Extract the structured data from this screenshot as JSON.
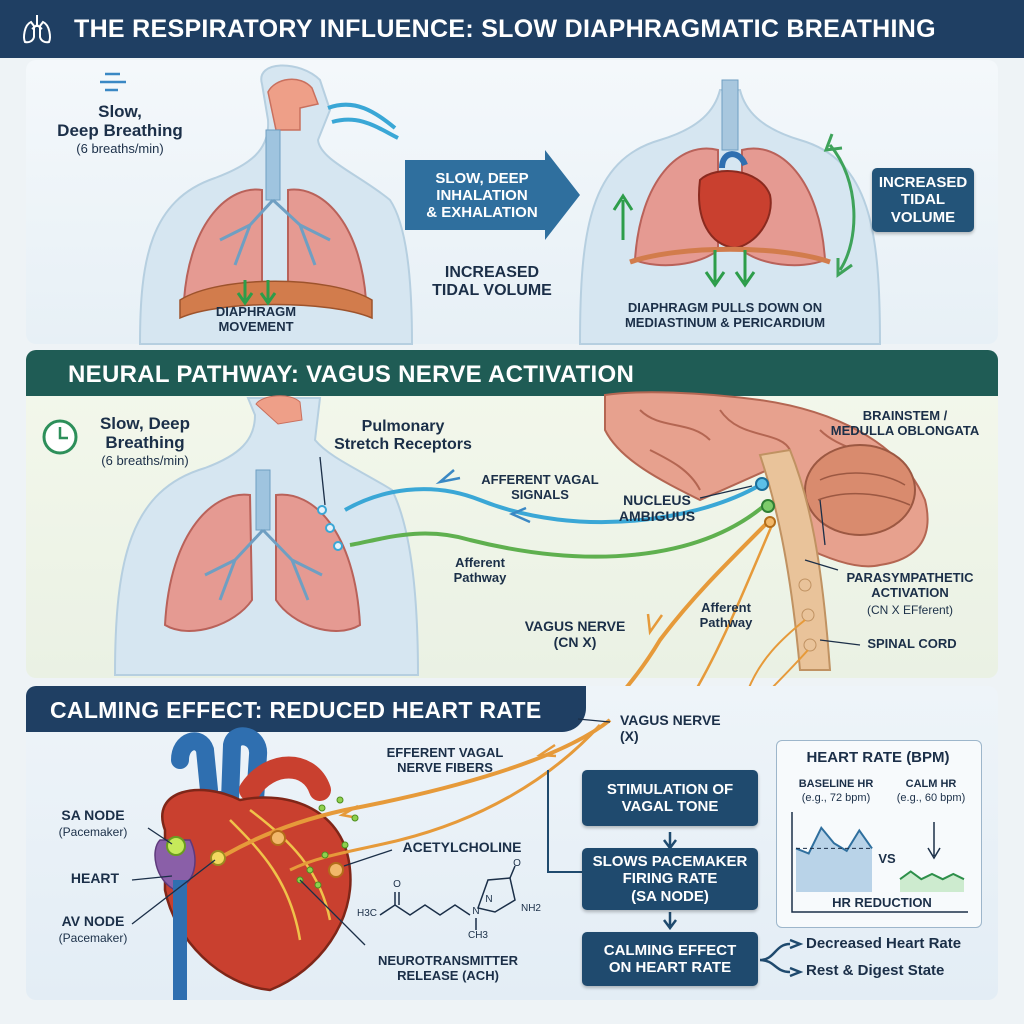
{
  "section1": {
    "title": "THE RESPIRATORY INFLUENCE: SLOW DIAPHRAGMATIC BREATHING",
    "breathing_label": "Slow,\nDeep Breathing",
    "breathing_rate": "(6 breaths/min)",
    "diaphragm_label": "DIAPHRAGM\nMOVEMENT",
    "arrow_label": "SLOW, DEEP\nINHALATION\n& EXHALATION",
    "tidal_label": "INCREASED\nTIDAL VOLUME",
    "tidal_box": "INCREASED\nTIDAL\nVOLUME",
    "pull_label": "DIAPHRAGM PULLS DOWN ON\nMEDIASTINUM & PERICARDIUM"
  },
  "section2": {
    "title": "NEURAL PATHWAY: VAGUS NERVE ACTIVATION",
    "breathing_label": "Slow, Deep\nBreathing",
    "breathing_rate": "(6 breaths/min)",
    "stretch_label": "Pulmonary\nStretch Receptors",
    "afferent_signals": "AFFERENT VAGAL\nSIGNALS",
    "afferent_pathway_1": "Afferent\nPathway",
    "vagus_label": "VAGUS NERVE\n(CN X)",
    "nucleus_label": "NUCLEUS\nAMBIGUUS",
    "brainstem_label": "BRAINSTEM /\nMEDULLA OBLONGATA",
    "parasym_label": "PARASYMPATHETIC\nACTIVATION",
    "parasym_sub": "(CN X EFferent)",
    "afferent_pathway_2": "Afferent\nPathway",
    "spinal_label": "SPINAL CORD"
  },
  "section3": {
    "title": "CALMING EFFECT: REDUCED HEART RATE",
    "vagus_x": "VAGUS NERVE\n(X)",
    "efferent_label": "EFFERENT VAGAL\nNERVE FIBERS",
    "sa_node": "SA NODE",
    "sa_sub": "(Pacemaker)",
    "heart": "HEART",
    "av_node": "AV NODE",
    "av_sub": "(Pacemaker)",
    "ach_label": "ACETYLCHOLINE",
    "neuro_label": "NEUROTRANSMITTER\nRELEASE (ACH)",
    "molecule": {
      "h3c": "H3C",
      "o": "O",
      "n1": "N",
      "n2": "N",
      "nh2": "NH2",
      "ch3": "CH3",
      "o2": "O"
    },
    "flow": [
      "STIMULATION OF\nVAGAL TONE",
      "SLOWS PACEMAKER\nFIRING RATE\n(SA NODE)",
      "CALMING EFFECT\nON HEART RATE"
    ],
    "outcomes": [
      "Decreased Heart Rate",
      "Rest & Digest State"
    ],
    "hr_chart": {
      "title": "HEART RATE (BPM)",
      "baseline_label": "BASELINE HR",
      "baseline_sub": "(e.g., 72 bpm)",
      "calm_label": "CALM HR",
      "calm_sub": "(e.g., 60 bpm)",
      "vs": "VS",
      "footer": "HR REDUCTION"
    }
  },
  "colors": {
    "navy": "#1f3f63",
    "green_bar": "#1f5c55",
    "box": "#1f4a6e",
    "heart_red": "#c9402f",
    "lung_pink": "#e59a92",
    "nerve_orange": "#e69a3a",
    "nerve_green": "#5fb04f",
    "nerve_blue": "#3aa7d6"
  },
  "chart_data": {
    "type": "line",
    "title": "HEART RATE (BPM)",
    "series": [
      {
        "name": "BASELINE HR",
        "values": [
          72,
          70,
          80,
          74,
          71,
          79,
          72
        ]
      },
      {
        "name": "CALM HR",
        "values": [
          60,
          63,
          60,
          62,
          60,
          62,
          60
        ]
      }
    ],
    "xlabel": "",
    "ylabel": "",
    "ylim": [
      55,
      85
    ]
  }
}
